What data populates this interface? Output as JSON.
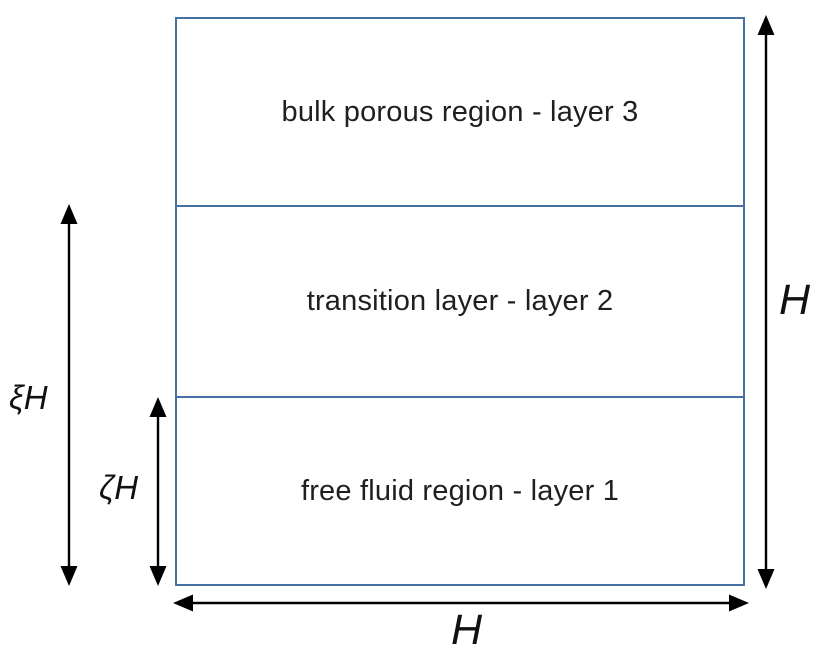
{
  "diagram": {
    "title": "layered-domain-schematic",
    "layers": [
      {
        "id": "layer-3",
        "label": "bulk porous region - layer 3"
      },
      {
        "id": "layer-2",
        "label": "transition layer - layer 2"
      },
      {
        "id": "layer-1",
        "label": "free fluid region - layer 1"
      }
    ],
    "dimensions": {
      "total_height_label": "H",
      "total_width_label": "H",
      "xi_height_label": "ξH",
      "zeta_height_label": "ζH"
    },
    "colors": {
      "box_border": "#4472a4",
      "arrow": "#000000",
      "text": "#1f1f1f",
      "background": "#ffffff"
    }
  }
}
